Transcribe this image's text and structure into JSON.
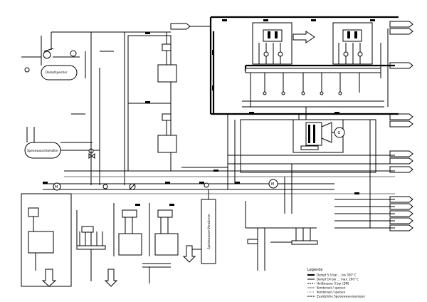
{
  "labels": {
    "tank_upper": "Dampfspeicher",
    "tank_lower": "Speisewasserbehälter",
    "turbine_symbol": "G",
    "center_vessel": "Speisewasser-Vorwärmer",
    "pump_symbol_left": "M",
    "pump_symbol_center": "M"
  },
  "legend": {
    "title": "Legende",
    "entries": [
      "Dampf 5,5 bar ... bis 350° C",
      "Dampf 14 bar ... max. 290° C",
      "Heißwasser 3 bar (DN)",
      "Kondensat / speisen",
      "Kondensat / speisen",
      "Zusätzliche Speisewasserpumpen"
    ]
  }
}
